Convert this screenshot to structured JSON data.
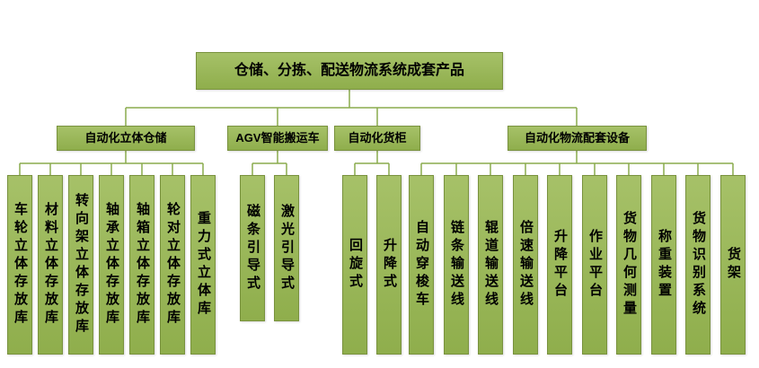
{
  "chart": {
    "type": "org-tree",
    "root": "仓储、分拣、配送物流系统成套产品",
    "branches": [
      {
        "label": "自动化立体仓储",
        "children": [
          "车轮立体存放库",
          "材料立体存放库",
          "转向架立体存放库",
          "轴承立体存放库",
          "轴箱立体存放库",
          "轮对立体存放库",
          "重力式立体库"
        ]
      },
      {
        "label": "AGV智能搬运车",
        "children": [
          "磁条引导式",
          "激光引导式"
        ]
      },
      {
        "label": "自动化货柜",
        "children": [
          "回旋式",
          "升降式"
        ]
      },
      {
        "label": "自动化物流配套设备",
        "children": [
          "自动穿梭车",
          "链条输送线",
          "辊道输送线",
          "倍速输送线",
          "升降平台",
          "作业平台",
          "货物几何测量",
          "称重装置",
          "货物识别系统",
          "货架"
        ]
      }
    ],
    "colors": {
      "box_fill": "#9bbb59",
      "box_border": "#79923e",
      "connector_line": "#8aab4d",
      "text": "#000000",
      "background": "#ffffff"
    }
  }
}
